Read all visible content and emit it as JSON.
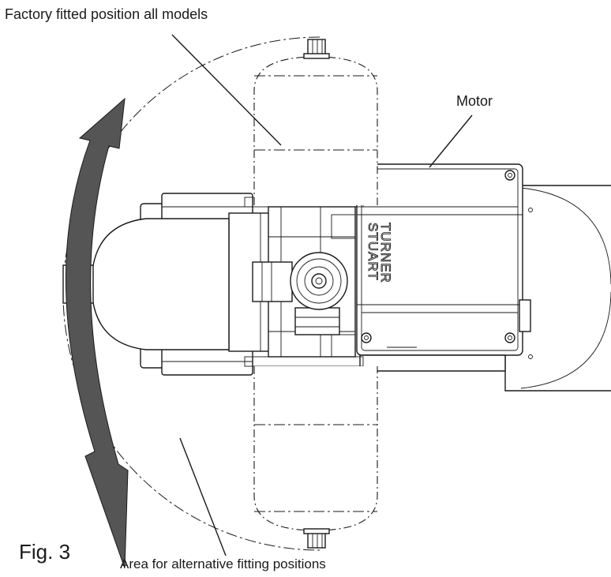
{
  "labels": {
    "factory_position": "Factory fitted position all models",
    "motor": "Motor",
    "area_alternative": "Area for alternative fitting positions",
    "figure": "Fig. 3"
  },
  "branding": {
    "line1": "STUART",
    "line2": "TURNER"
  },
  "colors": {
    "line": "#1a1a1a",
    "arrow_fill": "#555555",
    "background": "#ffffff"
  }
}
